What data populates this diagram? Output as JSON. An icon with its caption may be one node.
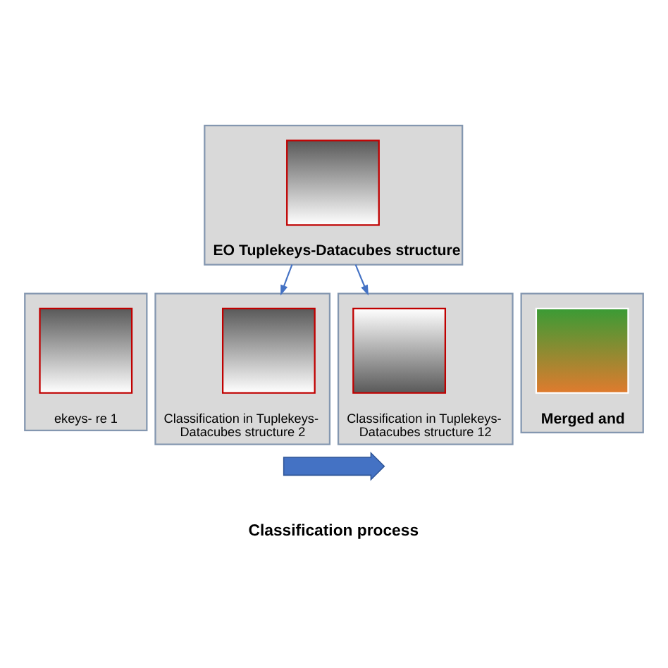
{
  "diagram": {
    "nodes": [
      {
        "text": [
          "EO Tuplekeys-Datacubes structure"
        ]
      },
      {
        "text": [],
        "shape": "picture",
        "in": 0
      },
      {
        "text": [
          "ekeys- re 1"
        ]
      },
      {
        "text": [],
        "shape": "picture",
        "in": 2
      },
      {
        "text": [
          "Classification in Tuplekeys- Datacubes structure 2"
        ]
      },
      {
        "text": [],
        "shape": "picture",
        "in": 4
      },
      {
        "text": [
          "Classification in Tuplekeys- Datacubes structure 12"
        ]
      },
      {
        "text": [],
        "shape": "picture",
        "in": 6
      },
      {
        "text": [
          "Merged and"
        ]
      },
      {
        "text": [],
        "shape": "picture",
        "in": 8
      },
      {
        "text": [],
        "shape": "arrow"
      }
    ],
    "edges": [
      {
        "from": 0,
        "to": 4,
        "arrow": "to"
      },
      {
        "from": 0,
        "to": 6,
        "arrow": "to"
      }
    ],
    "labels": [
      "Classification process"
    ]
  }
}
